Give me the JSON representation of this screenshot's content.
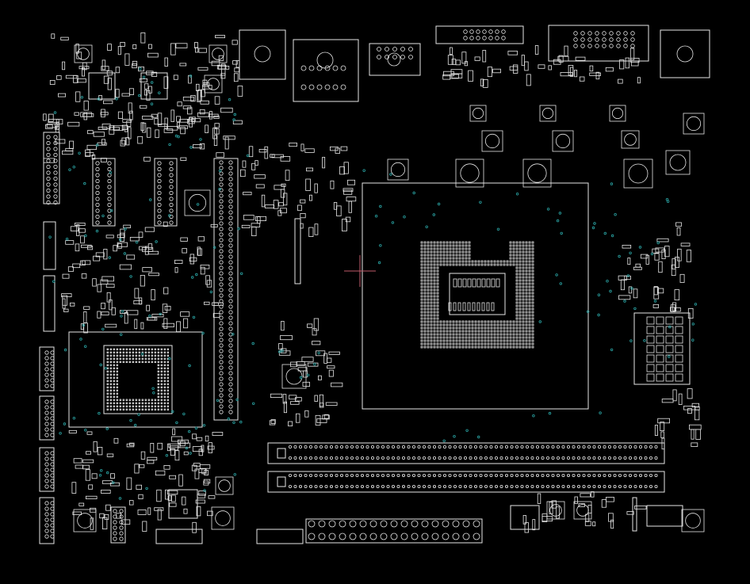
{
  "canvas": {
    "description": "",
    "colors": {
      "background": "#000000",
      "silkscreen": "#e6e6e6",
      "via": "#2aa6a6",
      "crosshair": "#c05a6a"
    }
  },
  "components": [
    {
      "name": "cpu-socket",
      "kind": "socket"
    },
    {
      "name": "pcie-x16-slot-upper",
      "kind": "expansion-slot"
    },
    {
      "name": "pcie-x16-slot-lower",
      "kind": "expansion-slot"
    },
    {
      "name": "chipset-bga",
      "kind": "bga-chip"
    },
    {
      "name": "dimm-headers",
      "kind": "connector"
    },
    {
      "name": "rear-io-ports",
      "kind": "connector"
    },
    {
      "name": "sata-header-bottom",
      "kind": "connector"
    }
  ]
}
